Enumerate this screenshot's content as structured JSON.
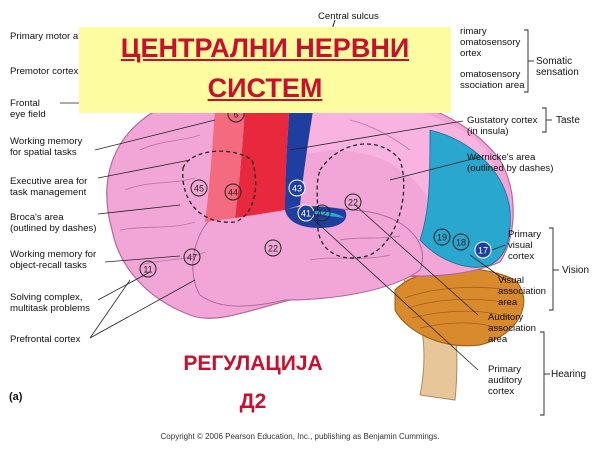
{
  "title": {
    "line1": "ЦЕНТРАЛНИ НЕРВНИ",
    "line2": "СИСТЕМ"
  },
  "subtitle": {
    "line1": "РЕГУЛАЦИЈА",
    "line2": "Д2"
  },
  "panel_letter": "(a)",
  "copyright": "Copyright © 2006 Pearson Education, Inc., publishing as Benjamin Cummings.",
  "top_label": "Central sulcus",
  "left_labels": [
    "Primary motor a",
    "Premotor cortex",
    "Frontal\neye field",
    "Working memory\nfor spatial tasks",
    "Executive area for\ntask management",
    "Broca's area\n(outlined by dashes)",
    "Working memory for\nobject-recall tasks",
    "Solving complex,\nmultitask problems",
    "Prefrontal cortex"
  ],
  "right_labels": [
    "rimary\nomatosensory\nortex",
    "omatosensory\nssociation area",
    "Gustatory cortex\n(in insula)",
    "Wernicke's area\n(outlined by dashes)",
    "Primary\nvisual\ncortex",
    "Visual\nassociation\narea",
    "Auditory\nassociation\narea",
    "Primary\nauditory\ncortex"
  ],
  "groups": [
    "Somatic\nsensation",
    "Taste",
    "Vision",
    "Hearing"
  ],
  "area_numbers": [
    "6",
    "45",
    "44",
    "43",
    "41",
    "42",
    "22",
    "22",
    "19",
    "18",
    "17",
    "47",
    "11"
  ],
  "colors": {
    "title_bg": "#fdfca0",
    "title_text": "#c8102e",
    "frontal": "#f2a6d8",
    "motor": "#e8283c",
    "somatosensory": "#1e3fa0",
    "parietal_temporal": "#f8b3e0",
    "visual": "#29a7cf",
    "cerebellum": "#d98a2c",
    "brainstem": "#e7c79a"
  }
}
